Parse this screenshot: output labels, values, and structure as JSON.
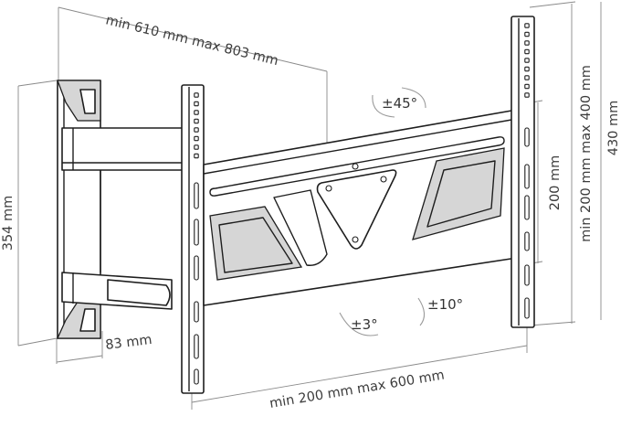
{
  "dimensions": {
    "arm_reach": "min 610 mm max 803 mm",
    "wall_plate_height": "354 mm",
    "wall_plate_width": "83 mm",
    "vesa_horizontal": "min 200 mm max 600 mm",
    "vesa_vertical_min": "200 mm",
    "vesa_vertical_range": "min 200 mm max 400 mm",
    "bracket_height": "430 mm"
  },
  "angles": {
    "swivel": "±45°",
    "tilt": "±10°",
    "rotation": "±3°"
  }
}
